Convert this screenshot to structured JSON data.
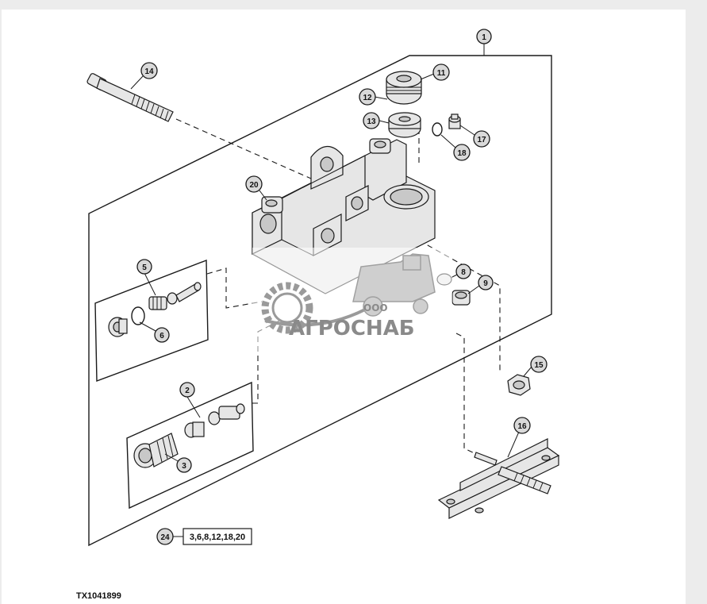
{
  "figure_id": "TX1041899",
  "callouts": [
    {
      "id": "c1",
      "label": "1"
    },
    {
      "id": "c2",
      "label": "2"
    },
    {
      "id": "c3",
      "label": "3"
    },
    {
      "id": "c5",
      "label": "5"
    },
    {
      "id": "c6",
      "label": "6"
    },
    {
      "id": "c8",
      "label": "8"
    },
    {
      "id": "c9",
      "label": "9"
    },
    {
      "id": "c11",
      "label": "11"
    },
    {
      "id": "c12",
      "label": "12"
    },
    {
      "id": "c13",
      "label": "13"
    },
    {
      "id": "c14",
      "label": "14"
    },
    {
      "id": "c15",
      "label": "15"
    },
    {
      "id": "c16",
      "label": "16"
    },
    {
      "id": "c17",
      "label": "17"
    },
    {
      "id": "c18",
      "label": "18"
    },
    {
      "id": "c20",
      "label": "20"
    },
    {
      "id": "c24",
      "label": "24"
    }
  ],
  "kit": {
    "label": "24",
    "contents": "3,6,8,12,18,20"
  },
  "watermark": {
    "company_type": "ООО",
    "company_name": "АГРОСНАБ"
  }
}
